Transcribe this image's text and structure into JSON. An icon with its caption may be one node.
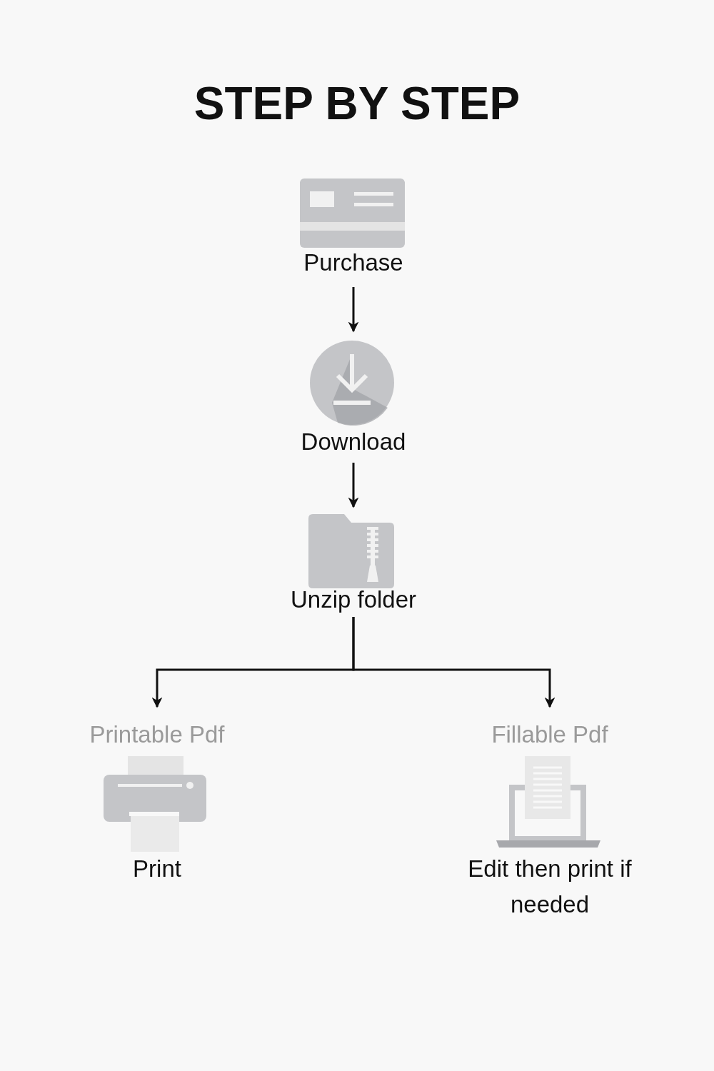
{
  "diagram": {
    "title": "STEP BY STEP",
    "nodes": [
      {
        "text": [
          "Purchase"
        ]
      },
      {
        "text": [
          "Download"
        ]
      },
      {
        "text": [
          "Unzip folder"
        ]
      },
      {
        "text": [
          "Printable Pdf",
          "Print"
        ]
      },
      {
        "text": [
          "Fillable Pdf",
          "Edit then print if needed"
        ]
      }
    ],
    "edges": [
      {
        "from": 0,
        "to": 1,
        "arrow": "to"
      },
      {
        "from": 1,
        "to": 2,
        "arrow": "to"
      },
      {
        "from": 2,
        "to": 3,
        "arrow": "to"
      },
      {
        "from": 2,
        "to": 4,
        "arrow": "to"
      }
    ]
  }
}
